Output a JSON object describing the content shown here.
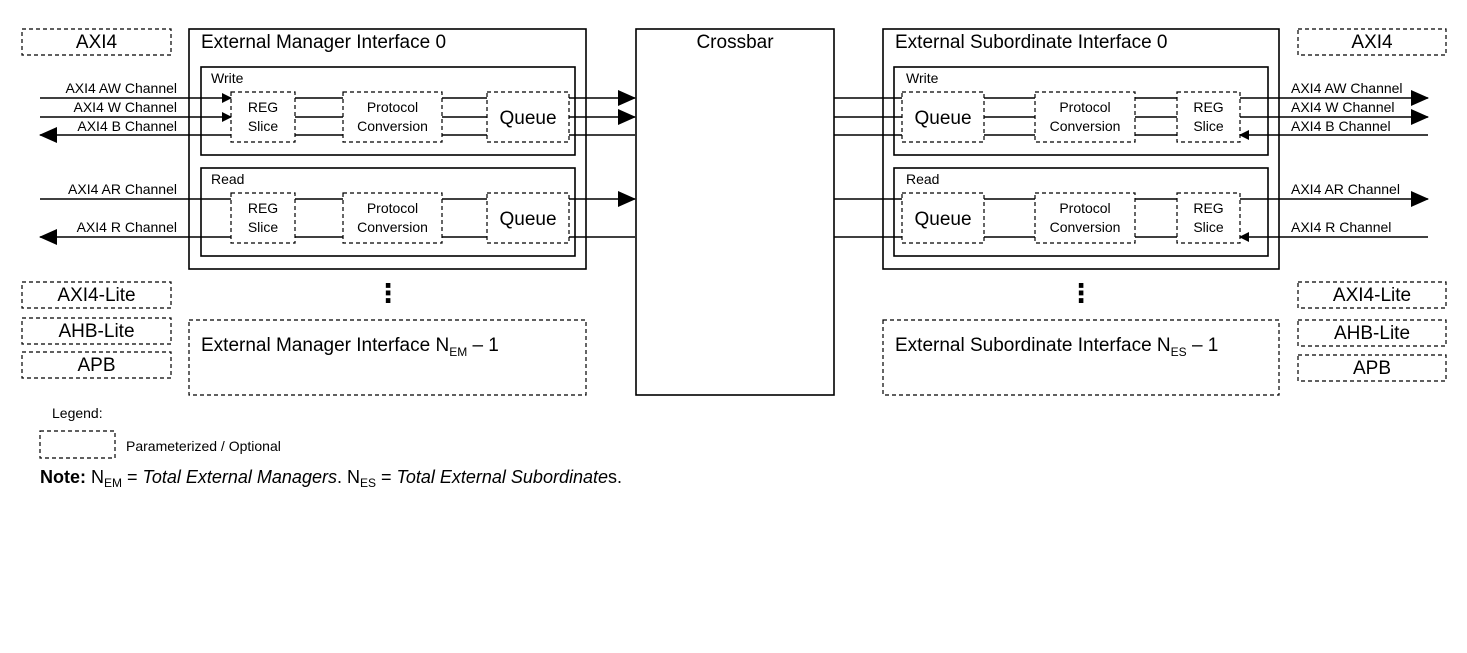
{
  "manager": {
    "title": "External Manager Interface 0",
    "last_prefix": "External Manager Interface N",
    "last_sub": "EM",
    "last_suffix": " – 1",
    "write_label": "Write",
    "read_label": "Read",
    "reg_line1": "REG",
    "reg_line2": "Slice",
    "proto_line1": "Protocol",
    "proto_line2": "Conversion",
    "queue": "Queue",
    "protocols": [
      "AXI4",
      "AXI4-Lite",
      "AHB-Lite",
      "APB"
    ],
    "channels": [
      "AXI4 AW Channel",
      "AXI4 W Channel",
      "AXI4 B Channel",
      "AXI4 AR Channel",
      "AXI4 R Channel"
    ]
  },
  "crossbar": {
    "title": "Crossbar"
  },
  "subordinate": {
    "title": "External Subordinate Interface 0",
    "last_prefix": "External Subordinate Interface N",
    "last_sub": "ES",
    "last_suffix": " – 1",
    "write_label": "Write",
    "read_label": "Read",
    "reg_line1": "REG",
    "reg_line2": "Slice",
    "proto_line1": "Protocol",
    "proto_line2": "Conversion",
    "queue": "Queue",
    "protocols": [
      "AXI4",
      "AXI4-Lite",
      "AHB-Lite",
      "APB"
    ],
    "channels": [
      "AXI4 AW Channel",
      "AXI4 W Channel",
      "AXI4 B Channel",
      "AXI4 AR Channel",
      "AXI4 R Channel"
    ]
  },
  "ellipsis": "⋮",
  "legend": {
    "title": "Legend:",
    "item": "Parameterized / Optional"
  },
  "note": {
    "label": "Note:",
    "n1": "N",
    "s1": "EM",
    "t1": " = ",
    "i1": "Total External Managers",
    "t2": ". N",
    "s2": "ES",
    "t3": " = ",
    "i2": "Total External Subordinate",
    "t4": "s."
  }
}
